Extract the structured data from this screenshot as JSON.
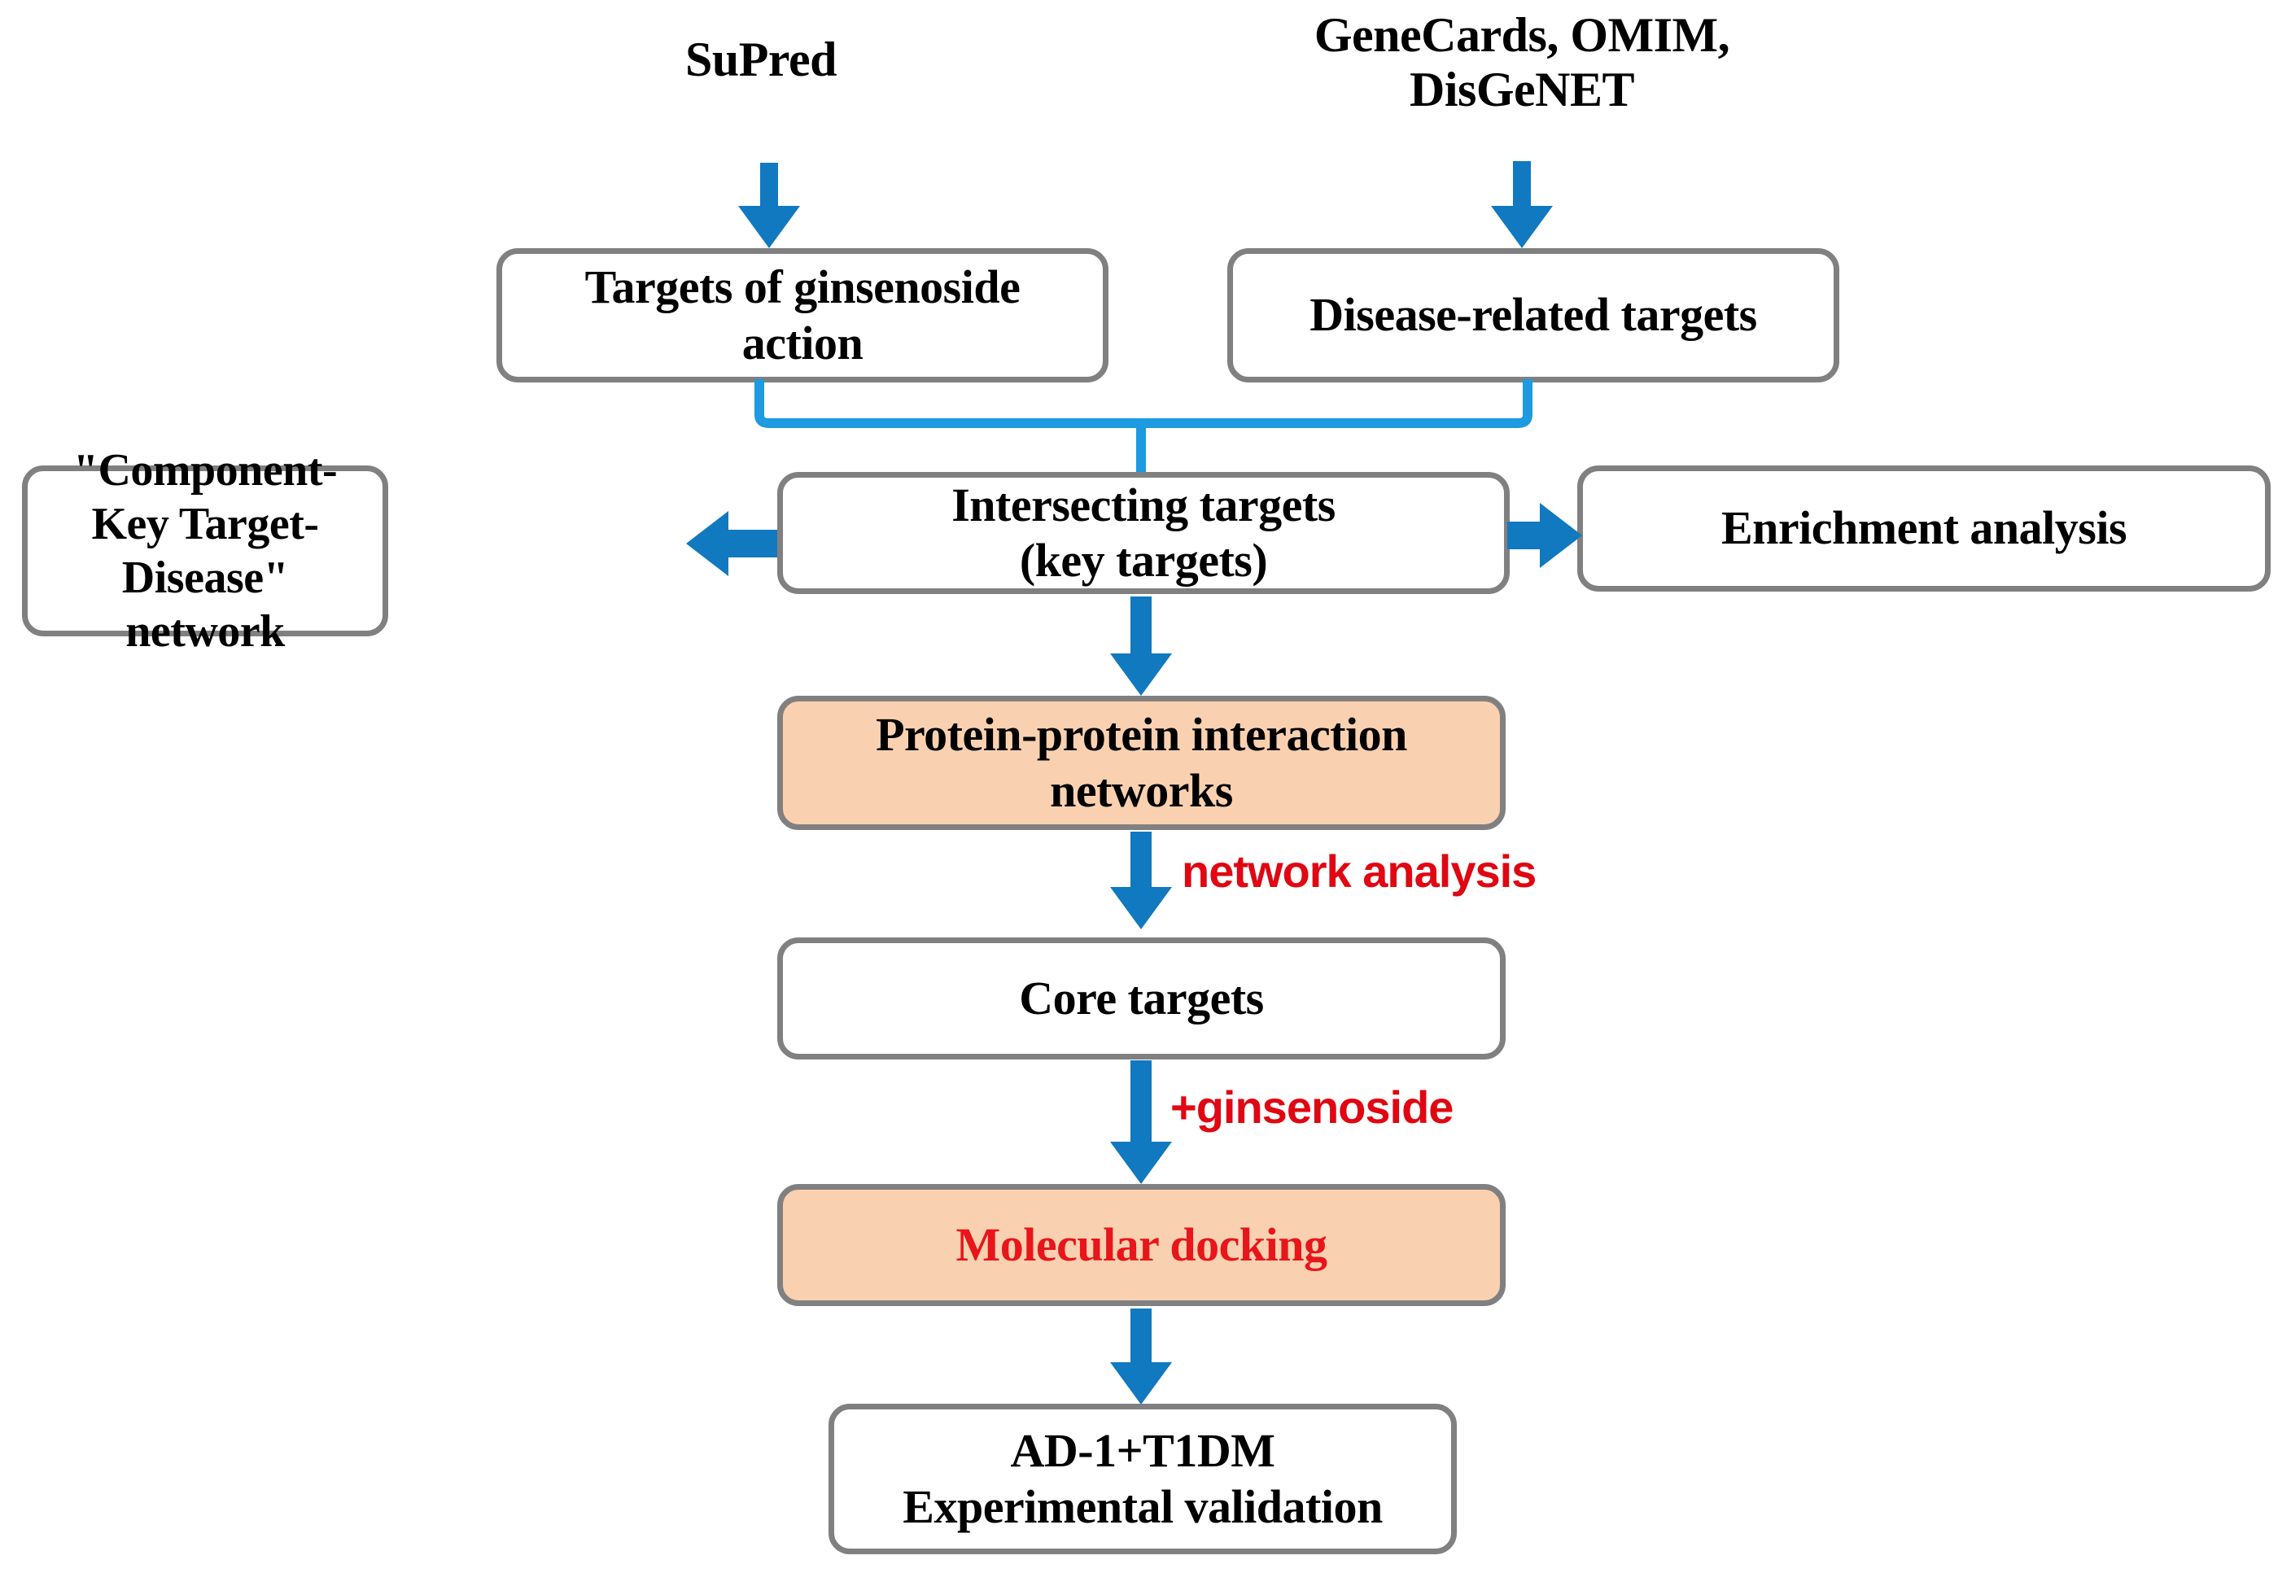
{
  "diagram": {
    "title_text": "",
    "colors": {
      "arrow_blue": "#1079C0",
      "bracket_blue": "#1E9AE0",
      "box_border_gray": "#808080",
      "box_fill_white": "#FFFFFF",
      "box_fill_orange": "#FAD1B0",
      "annotation_red": "#E00712",
      "node_text_red": "#E8151A",
      "node_text_black": "#000000",
      "background": "#FFFFFF"
    },
    "source_labels": [
      {
        "id": "supred",
        "text": "SuPred"
      },
      {
        "id": "databases",
        "text": "GeneCards, OMIM,\nDisGeNET"
      }
    ],
    "nodes": [
      {
        "id": "targets-of-ginsenoside-action",
        "text": "Targets of ginsenoside\naction",
        "fill": "white",
        "text_color": "black"
      },
      {
        "id": "disease-related-targets",
        "text": "Disease-related targets",
        "fill": "white",
        "text_color": "black"
      },
      {
        "id": "component-key-target-disease-network",
        "text": "\"Component-Key Target-\nDisease\" network",
        "fill": "white",
        "text_color": "black"
      },
      {
        "id": "intersecting-targets",
        "text": "Intersecting targets\n(key targets)",
        "fill": "white",
        "text_color": "black"
      },
      {
        "id": "enrichment-analysis",
        "text": "Enrichment analysis",
        "fill": "white",
        "text_color": "black"
      },
      {
        "id": "protein-protein-interaction-networks",
        "text": "Protein-protein interaction\nnetworks",
        "fill": "orange",
        "text_color": "black"
      },
      {
        "id": "core-targets",
        "text": "Core targets",
        "fill": "white",
        "text_color": "black"
      },
      {
        "id": "molecular-docking",
        "text": "Molecular docking",
        "fill": "orange",
        "text_color": "red"
      },
      {
        "id": "experimental-validation",
        "text": "AD-1+T1DM\nExperimental validation",
        "fill": "white",
        "text_color": "black"
      }
    ],
    "edge_annotations": [
      {
        "id": "network-analysis",
        "text": "network analysis"
      },
      {
        "id": "plus-ginsenoside",
        "text": "+ginsenoside"
      }
    ],
    "edges": [
      {
        "from": "supred",
        "to": "targets-of-ginsenoside-action",
        "kind": "arrow-down"
      },
      {
        "from": "databases",
        "to": "disease-related-targets",
        "kind": "arrow-down"
      },
      {
        "from": "targets-of-ginsenoside-action",
        "to": "intersecting-targets",
        "kind": "bracket-merge"
      },
      {
        "from": "disease-related-targets",
        "to": "intersecting-targets",
        "kind": "bracket-merge"
      },
      {
        "from": "intersecting-targets",
        "to": "component-key-target-disease-network",
        "kind": "arrow-left"
      },
      {
        "from": "intersecting-targets",
        "to": "enrichment-analysis",
        "kind": "arrow-right"
      },
      {
        "from": "intersecting-targets",
        "to": "protein-protein-interaction-networks",
        "kind": "arrow-down"
      },
      {
        "from": "protein-protein-interaction-networks",
        "to": "core-targets",
        "kind": "arrow-down",
        "label": "network analysis"
      },
      {
        "from": "core-targets",
        "to": "molecular-docking",
        "kind": "arrow-down",
        "label": "+ginsenoside"
      },
      {
        "from": "molecular-docking",
        "to": "experimental-validation",
        "kind": "arrow-down"
      }
    ]
  }
}
